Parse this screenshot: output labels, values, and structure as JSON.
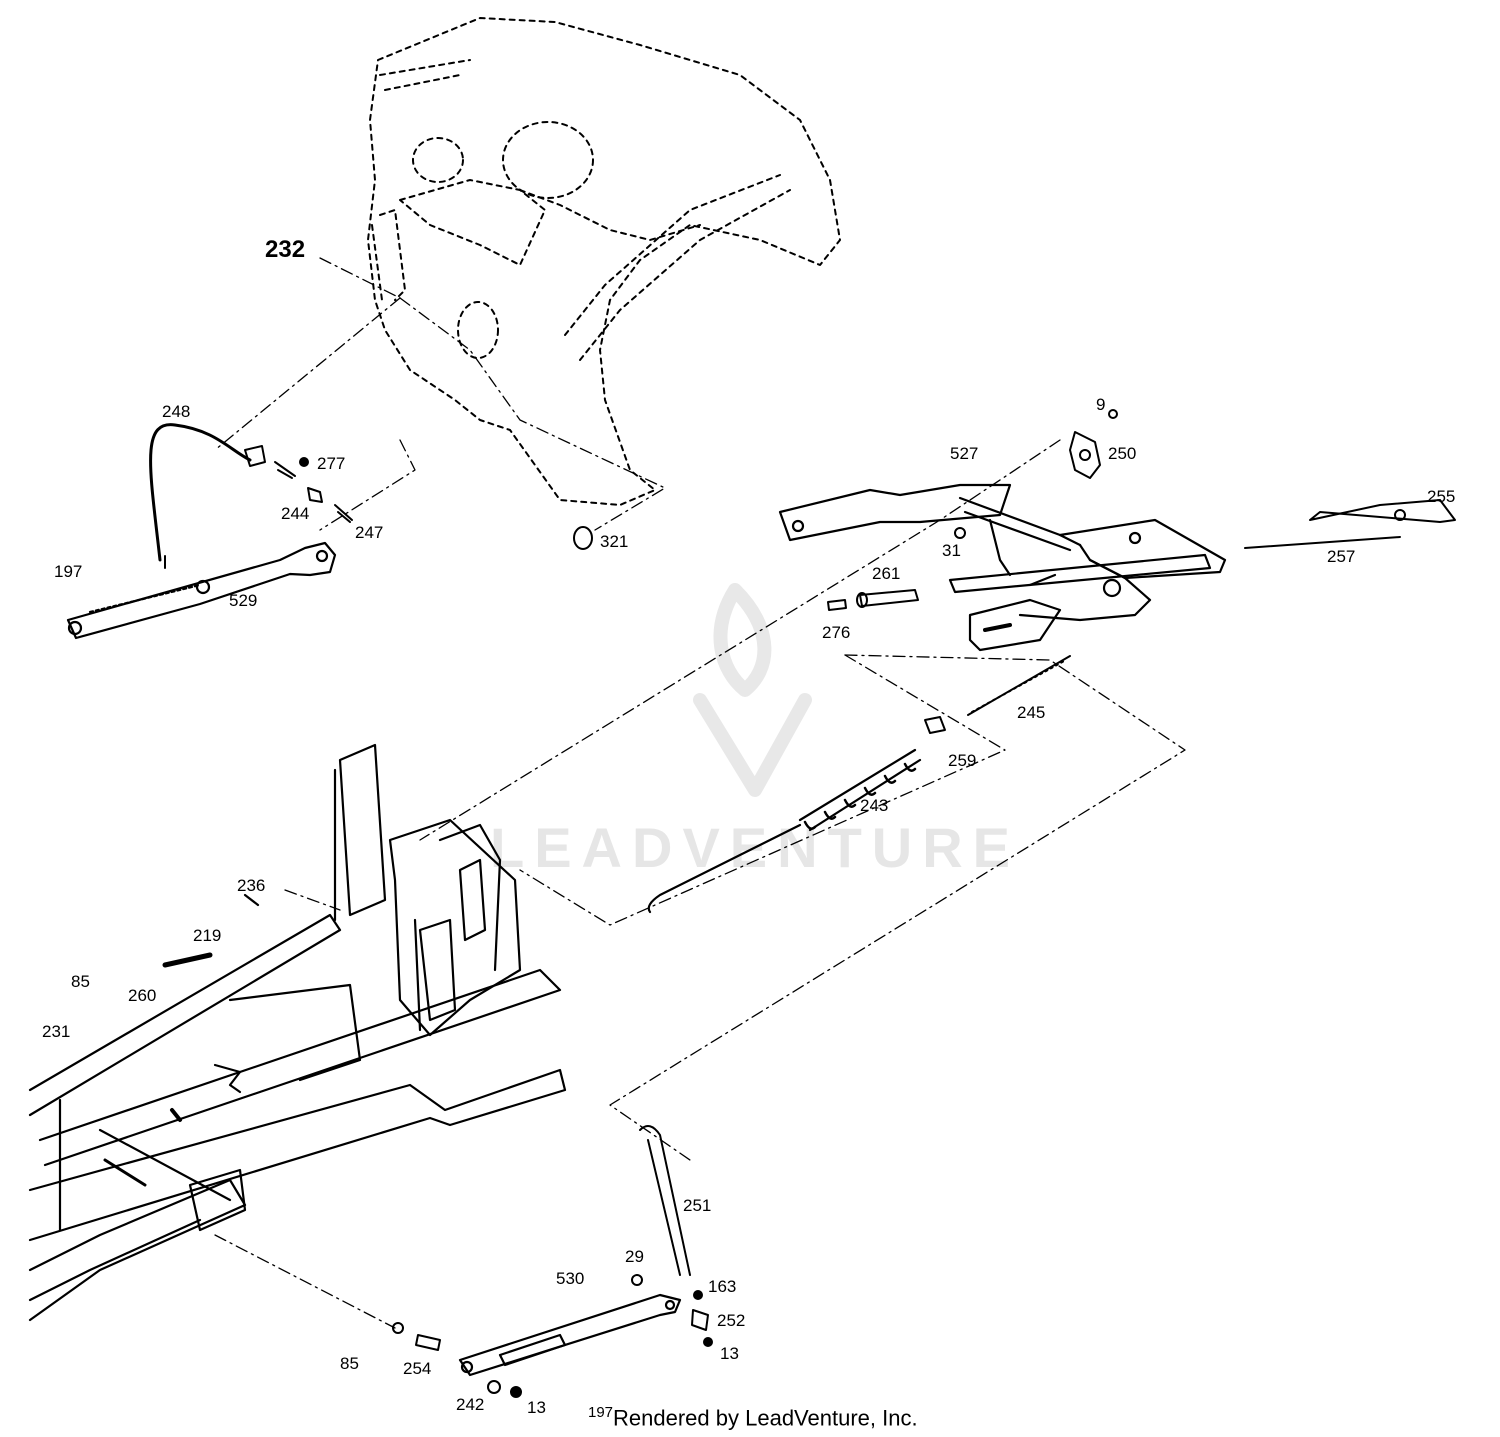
{
  "watermark": "LEADVENTURE",
  "footer": {
    "prefix": "197",
    "text": "Rendered by LeadVenture, Inc."
  },
  "callouts": [
    {
      "id": "232",
      "text": "232"
    },
    {
      "id": "248",
      "text": "248"
    },
    {
      "id": "277",
      "text": "277"
    },
    {
      "id": "244",
      "text": "244"
    },
    {
      "id": "247",
      "text": "247"
    },
    {
      "id": "197",
      "text": "197"
    },
    {
      "id": "529",
      "text": "529"
    },
    {
      "id": "321",
      "text": "321"
    },
    {
      "id": "9",
      "text": "9"
    },
    {
      "id": "250",
      "text": "250"
    },
    {
      "id": "527",
      "text": "527"
    },
    {
      "id": "255",
      "text": "255"
    },
    {
      "id": "257",
      "text": "257"
    },
    {
      "id": "31",
      "text": "31"
    },
    {
      "id": "261",
      "text": "261"
    },
    {
      "id": "276",
      "text": "276"
    },
    {
      "id": "245",
      "text": "245"
    },
    {
      "id": "259",
      "text": "259"
    },
    {
      "id": "243",
      "text": "243"
    },
    {
      "id": "236",
      "text": "236"
    },
    {
      "id": "219",
      "text": "219"
    },
    {
      "id": "260",
      "text": "260"
    },
    {
      "id": "85a",
      "text": "85"
    },
    {
      "id": "231",
      "text": "231"
    },
    {
      "id": "251",
      "text": "251"
    },
    {
      "id": "29",
      "text": "29"
    },
    {
      "id": "530",
      "text": "530"
    },
    {
      "id": "163",
      "text": "163"
    },
    {
      "id": "252",
      "text": "252"
    },
    {
      "id": "13a",
      "text": "13"
    },
    {
      "id": "85b",
      "text": "85"
    },
    {
      "id": "254",
      "text": "254"
    },
    {
      "id": "242",
      "text": "242"
    },
    {
      "id": "13b",
      "text": "13"
    }
  ]
}
